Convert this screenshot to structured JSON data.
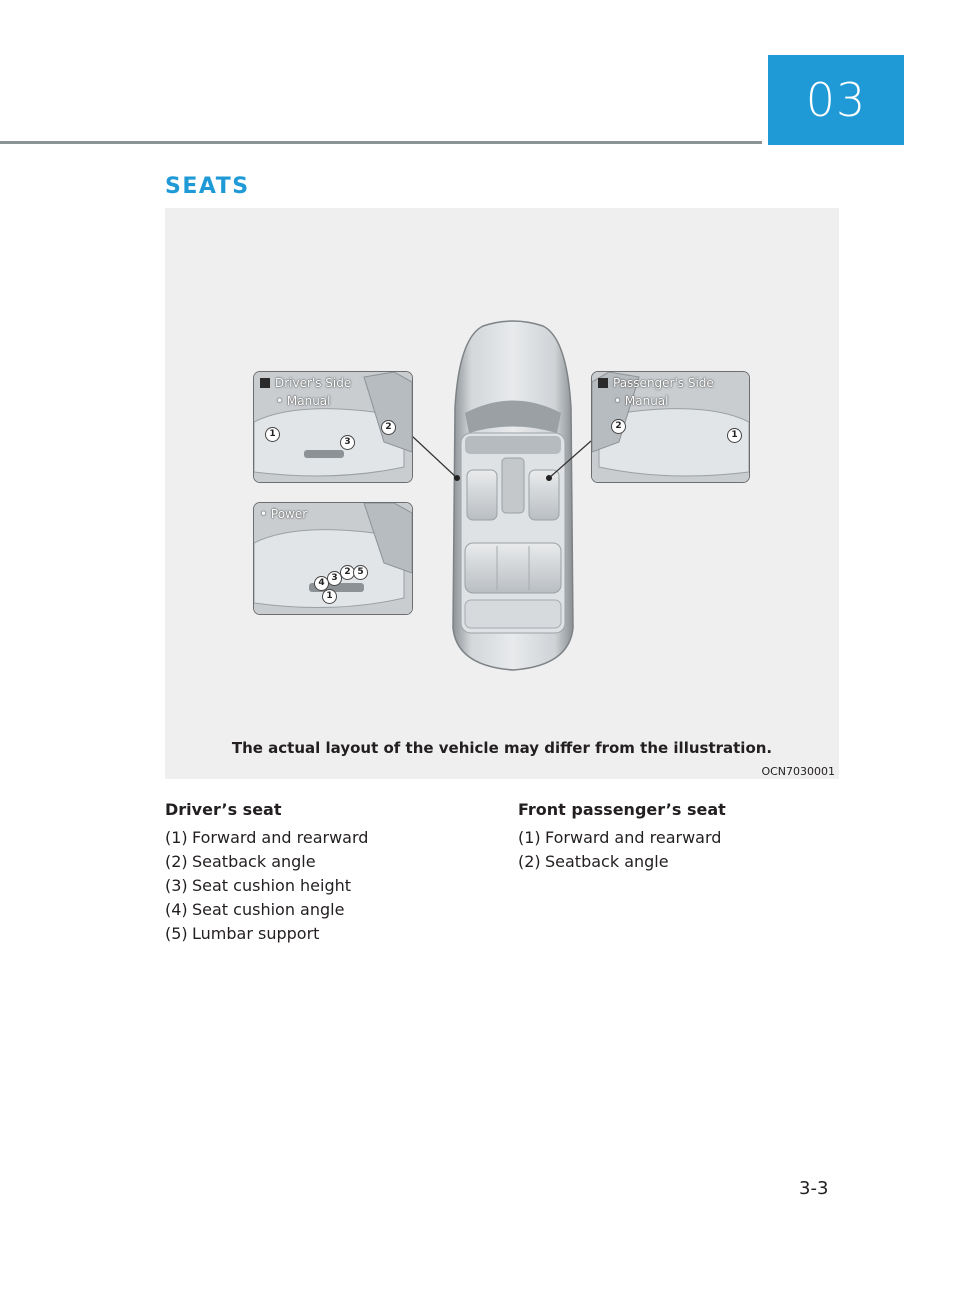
{
  "chapter": {
    "number": "03"
  },
  "section": {
    "title": "SEATS"
  },
  "figure": {
    "drivers_side": {
      "title": "Driver's Side",
      "manual_label": "• Manual",
      "power_label": "• Power",
      "manual_numbers": [
        "1",
        "2",
        "3"
      ],
      "power_numbers": [
        "1",
        "2",
        "3",
        "4",
        "5"
      ]
    },
    "passengers_side": {
      "title": "Passenger's Side",
      "manual_label": "• Manual",
      "manual_numbers": [
        "1",
        "2"
      ]
    },
    "caption": "The actual layout of the vehicle may differ from the illustration.",
    "code": "OCN7030001"
  },
  "drivers_seat": {
    "heading": "Driver’s seat",
    "items": [
      {
        "num": "(1)",
        "text": "Forward and rearward"
      },
      {
        "num": "(2)",
        "text": "Seatback angle"
      },
      {
        "num": "(3)",
        "text": "Seat cushion height"
      },
      {
        "num": "(4)",
        "text": "Seat cushion angle"
      },
      {
        "num": "(5)",
        "text": "Lumbar support"
      }
    ]
  },
  "passenger_seat": {
    "heading": "Front passenger’s seat",
    "items": [
      {
        "num": "(1)",
        "text": "Forward and rearward"
      },
      {
        "num": "(2)",
        "text": "Seatback angle"
      }
    ]
  },
  "page": {
    "number": "3-3"
  },
  "colors": {
    "accent": "#1f9ad6",
    "rule": "#8c9394"
  }
}
